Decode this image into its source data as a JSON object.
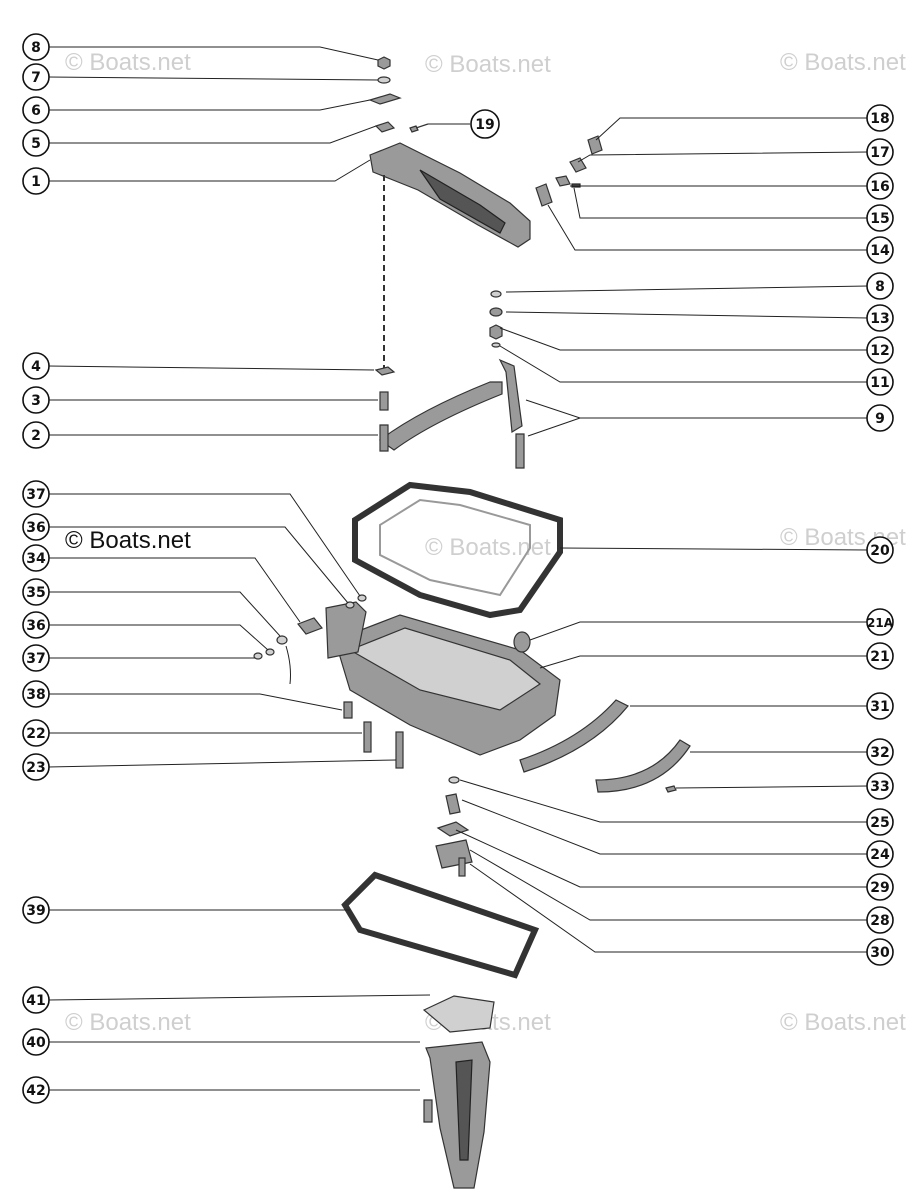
{
  "watermarks": [
    {
      "text": "© Boats.net",
      "style": "light"
    },
    {
      "text": "© Boats.net",
      "style": "light"
    },
    {
      "text": "© Boats.net",
      "style": "light"
    },
    {
      "text": "© Boats.net",
      "style": "light"
    },
    {
      "text": "© Boats.net",
      "style": "light"
    },
    {
      "text": "© Boats.net",
      "style": "light"
    },
    {
      "text": "© Boats.net",
      "style": "light"
    },
    {
      "text": "© Boats.net",
      "style": "light"
    },
    {
      "text": "© Boats.net",
      "style": "dark"
    }
  ],
  "callouts": [
    "8",
    "7",
    "6",
    "5",
    "1",
    "19",
    "18",
    "17",
    "16",
    "15",
    "14",
    "8",
    "13",
    "12",
    "11",
    "9",
    "4",
    "3",
    "2",
    "37",
    "36",
    "34",
    "35",
    "36",
    "37",
    "38",
    "22",
    "23",
    "20",
    "21A",
    "21",
    "31",
    "32",
    "33",
    "25",
    "24",
    "29",
    "28",
    "30",
    "39",
    "41",
    "40",
    "42"
  ]
}
